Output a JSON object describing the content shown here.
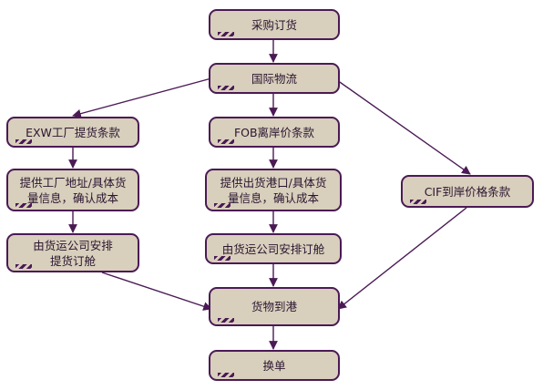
{
  "nodes": {
    "purchase": "采购订货",
    "intl_logistics": "国际物流",
    "exw_terms": "EXW工厂提货条款",
    "fob_terms": "FOB离岸价条款",
    "cif_terms": "CIF到岸价格条款",
    "exw_provide": "提供工厂地址/具体货\n量信息，确认成本",
    "fob_provide": "提供出货港口/具体货\n量信息，确认成本",
    "exw_book": "由货运公司安排\n提货订舱",
    "fob_book": "由货运公司安排订舱",
    "arrival": "货物到港",
    "exchange": "换单"
  },
  "colors": {
    "box_fill": "#d8cfbc",
    "box_border": "#4b1a55",
    "arrow": "#4b1a55"
  }
}
